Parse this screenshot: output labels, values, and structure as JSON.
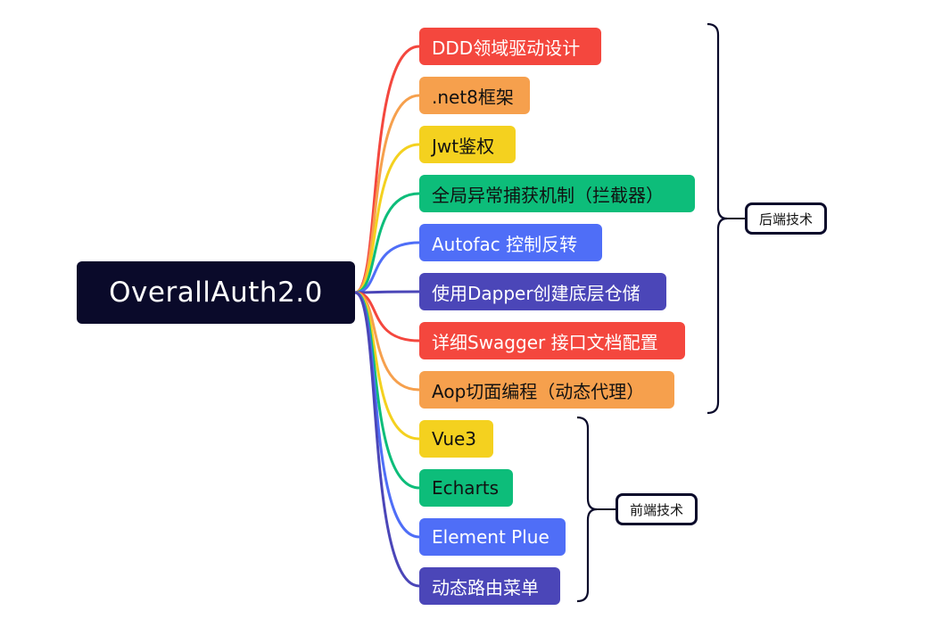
{
  "root": {
    "label": "OverallAuth2.0"
  },
  "colors": {
    "red": "#f4473e",
    "orange": "#f6a04d",
    "yellow": "#f4d11f",
    "green": "#0dbd7a",
    "blue": "#4f6ef7",
    "indigo": "#4b46b8"
  },
  "branches": [
    {
      "label": "DDD领域驱动设计",
      "color": "#f4473e",
      "text_color": "#ffffff"
    },
    {
      "label": ".net8框架",
      "color": "#f6a04d",
      "text_color": "#111111"
    },
    {
      "label": "Jwt鉴权",
      "color": "#f4d11f",
      "text_color": "#111111"
    },
    {
      "label": "全局异常捕获机制（拦截器）",
      "color": "#0dbd7a",
      "text_color": "#111111"
    },
    {
      "label": "Autofac 控制反转",
      "color": "#4f6ef7",
      "text_color": "#ffffff"
    },
    {
      "label": "使用Dapper创建底层仓储",
      "color": "#4b46b8",
      "text_color": "#ffffff"
    },
    {
      "label": "详细Swagger 接口文档配置",
      "color": "#f4473e",
      "text_color": "#ffffff"
    },
    {
      "label": "Aop切面编程（动态代理）",
      "color": "#f6a04d",
      "text_color": "#111111"
    },
    {
      "label": "Vue3",
      "color": "#f4d11f",
      "text_color": "#111111"
    },
    {
      "label": "Echarts",
      "color": "#0dbd7a",
      "text_color": "#111111"
    },
    {
      "label": "Element Plue",
      "color": "#4f6ef7",
      "text_color": "#ffffff"
    },
    {
      "label": "动态路由菜单",
      "color": "#4b46b8",
      "text_color": "#ffffff"
    }
  ],
  "groups": [
    {
      "label": "后端技术",
      "covers": [
        0,
        7
      ]
    },
    {
      "label": "前端技术",
      "covers": [
        8,
        11
      ]
    }
  ]
}
